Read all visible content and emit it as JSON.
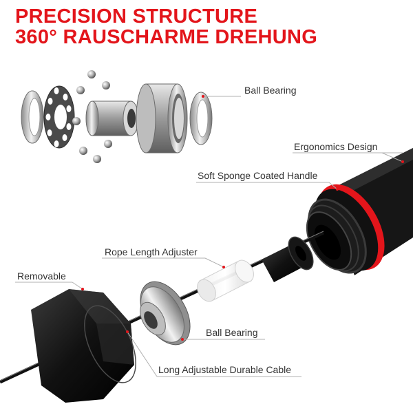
{
  "headline": {
    "line1": "PRECISION STRUCTURE",
    "line2": "360° RAUSCHARME DREHUNG"
  },
  "callouts": {
    "ball_bearing_top": "Ball Bearing",
    "ergonomics_design": "Ergonomics Design",
    "soft_sponge_handle": "Soft Sponge Coated Handle",
    "rope_length_adjuster": "Rope Length Adjuster",
    "removable": "Removable",
    "ball_bearing_bottom": "Ball Bearing",
    "long_cable": "Long Adjustable Durable Cable"
  },
  "colors": {
    "accent": "#e3151b",
    "label_text": "#333333",
    "leader_line": "#e3151b",
    "handle_black": "#151515",
    "metal": "#c8c8c8"
  }
}
